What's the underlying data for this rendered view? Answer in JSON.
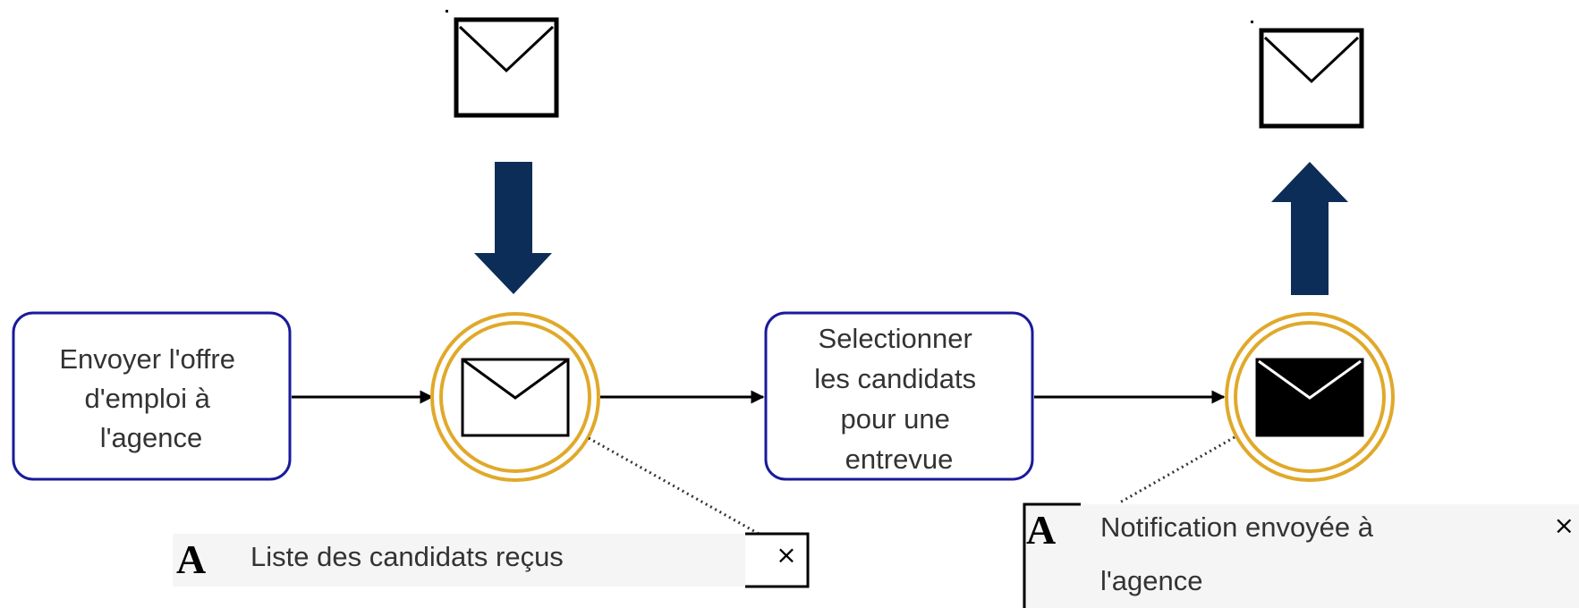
{
  "diagram": {
    "tasks": [
      {
        "id": "task-1",
        "label_lines": [
          "Envoyer l'offre",
          "d'emploi à",
          "l'agence"
        ]
      },
      {
        "id": "task-2",
        "label_lines": [
          "Selectionner",
          "les candidats",
          "pour une",
          "entrevue"
        ]
      }
    ],
    "events": [
      {
        "id": "event-receive",
        "type": "intermediate-catch-message",
        "icon": "envelope-outline-icon"
      },
      {
        "id": "event-send",
        "type": "intermediate-throw-message",
        "icon": "envelope-filled-icon"
      }
    ],
    "annotations": [
      {
        "id": "annotation-1",
        "icon": "A",
        "text_lines": [
          "Liste des candidats reçus"
        ],
        "close": "×"
      },
      {
        "id": "annotation-2",
        "icon": "A",
        "text_lines": [
          "Notification envoyée à",
          "l'agence"
        ],
        "close": "×"
      }
    ],
    "colors": {
      "task_border": "#1a1a9c",
      "event_ring": "#e0a92a",
      "big_arrow": "#0c2d57",
      "flow_line": "#000000"
    }
  }
}
